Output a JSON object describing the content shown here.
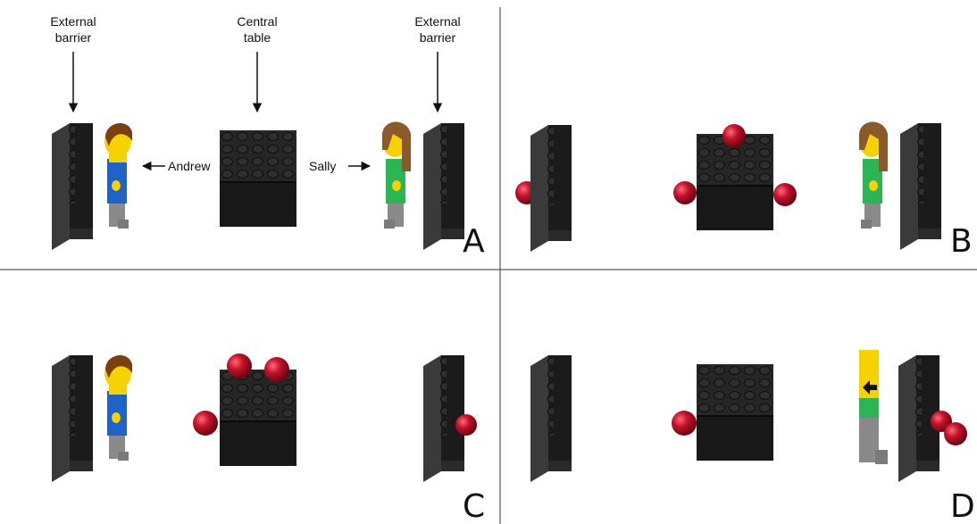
{
  "labels": {
    "external_barrier_left": [
      "External",
      "barrier"
    ],
    "central_table": [
      "Central",
      "table"
    ],
    "external_barrier_right": [
      "External",
      "barrier"
    ],
    "andrew": "Andrew",
    "sally": "Sally"
  },
  "panels": {
    "a": "A",
    "b": "B",
    "c": "C",
    "d": "D"
  },
  "colors": {
    "brick": "#1c1c1c",
    "stud": "#2e2e2e",
    "ball": "#c4122a",
    "andrew_torso": "#1f62c8",
    "sally_torso": "#2bb555",
    "hair_andrew": "#7a3f12",
    "hair_sally": "#8b5a2b",
    "skin": "#f5d200",
    "legs": "#8a8a8a",
    "divider": "#333333"
  }
}
